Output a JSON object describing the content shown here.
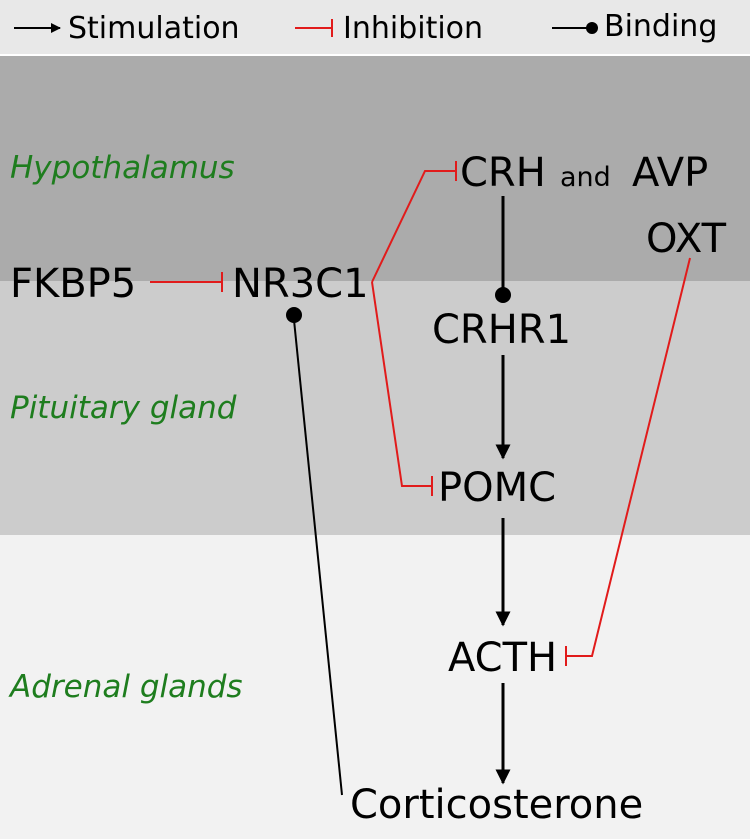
{
  "legend": {
    "stimulation": "Stimulation",
    "inhibition": "Inhibition",
    "binding": "Binding"
  },
  "regions": {
    "hypothalamus": "Hypothalamus",
    "pituitary": "Pituitary gland",
    "adrenal": "Adrenal glands"
  },
  "nodes": {
    "crh": "CRH",
    "and": "and",
    "avp": "AVP",
    "oxt": "OXT",
    "fkbp5": "FKBP5",
    "nr3c1": "NR3C1",
    "crhr1": "CRHR1",
    "pomc": "POMC",
    "acth": "ACTH",
    "corticosterone": "Corticosterone"
  },
  "colors": {
    "legend_bar": "#e8e8e8",
    "hypothalamus_bg": "#ababab",
    "pituitary_bg": "#cccccc",
    "adrenal_bg": "#f2f2f2",
    "stimulation": "#000000",
    "inhibition": "#e11b1b",
    "binding": "#000000",
    "region_label": "#1e7d1e"
  }
}
